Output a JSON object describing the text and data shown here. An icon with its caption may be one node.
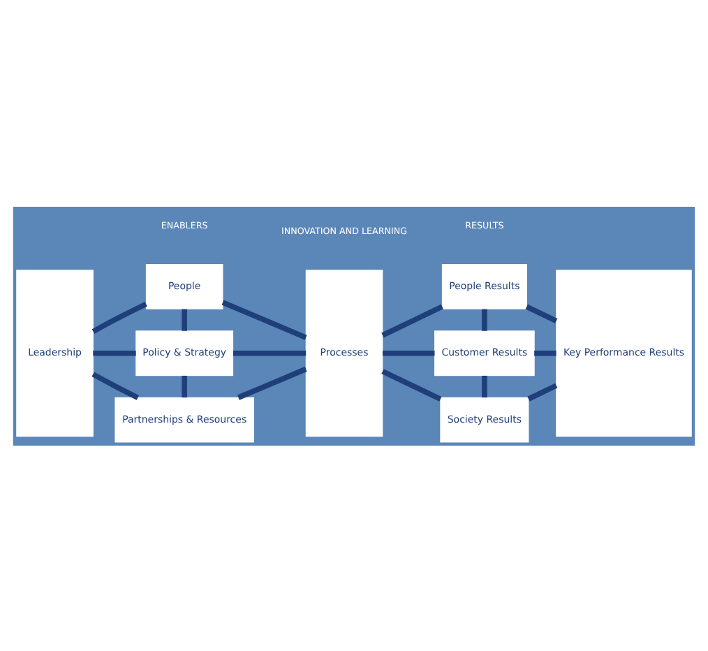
{
  "diagram": {
    "nodes": [
      {
        "text": [
          "Leadership"
        ]
      },
      {
        "text": [
          "People"
        ]
      },
      {
        "text": [
          "Policy & Strategy"
        ]
      },
      {
        "text": [
          "Partnerships & Resources"
        ]
      },
      {
        "text": [
          "Processes"
        ]
      },
      {
        "text": [
          "People Results"
        ]
      },
      {
        "text": [
          "Customer Results"
        ]
      },
      {
        "text": [
          "Society Results"
        ]
      },
      {
        "text": [
          "Key Performance Results"
        ]
      }
    ],
    "edges": [
      {
        "from": 0,
        "to": 1,
        "arrow": "none"
      },
      {
        "from": 0,
        "to": 2,
        "arrow": "none"
      },
      {
        "from": 0,
        "to": 3,
        "arrow": "none"
      },
      {
        "from": 1,
        "to": 2,
        "arrow": "none"
      },
      {
        "from": 2,
        "to": 3,
        "arrow": "none"
      },
      {
        "from": 1,
        "to": 4,
        "arrow": "none"
      },
      {
        "from": 2,
        "to": 4,
        "arrow": "none"
      },
      {
        "from": 3,
        "to": 4,
        "arrow": "none"
      },
      {
        "from": 4,
        "to": 5,
        "arrow": "none"
      },
      {
        "from": 4,
        "to": 6,
        "arrow": "none"
      },
      {
        "from": 4,
        "to": 7,
        "arrow": "none"
      },
      {
        "from": 5,
        "to": 6,
        "arrow": "none"
      },
      {
        "from": 6,
        "to": 7,
        "arrow": "none"
      },
      {
        "from": 5,
        "to": 8,
        "arrow": "none"
      },
      {
        "from": 6,
        "to": 8,
        "arrow": "none"
      },
      {
        "from": 7,
        "to": 8,
        "arrow": "none"
      }
    ],
    "labels": [
      "ENABLERS",
      "RESULTS",
      "INNOVATION AND LEARNING"
    ]
  }
}
